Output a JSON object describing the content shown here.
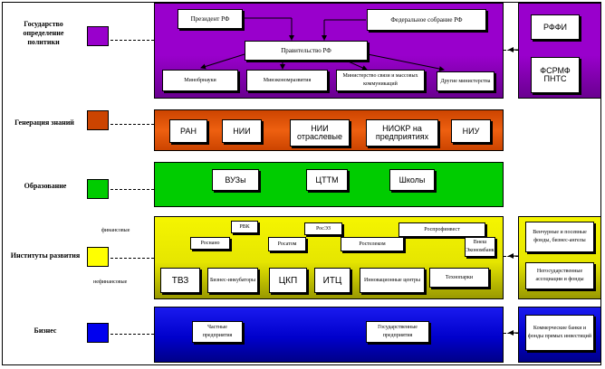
{
  "colors": {
    "purple": "#9900cc",
    "orange": "#cc4400",
    "green": "#00cc00",
    "yellow": "#e6e600",
    "blue": "#0000cc"
  },
  "categories": [
    {
      "label": "Государство определение политики"
    },
    {
      "label": "Генерация знаний"
    },
    {
      "label": "Образование"
    },
    {
      "label": "Институты развития"
    },
    {
      "label": "Бизнес"
    }
  ],
  "gov": {
    "president": "Президент РФ",
    "assembly": "Федеральное собрание РФ",
    "government": "Правительство РФ",
    "ministries": [
      "Минобрнауки",
      "Минэкономразвития",
      "Министерство связи и массовых коммуникаций",
      "Другие министерства"
    ]
  },
  "gov_side": [
    "РФФИ",
    "ФСРМФ ПНТС"
  ],
  "knowledge": [
    "РАН",
    "НИИ",
    "НИИ отраслевые",
    "НИОКР на предприятиях",
    "НИУ"
  ],
  "education": [
    "ВУЗы",
    "ЦТТМ",
    "Школы"
  ],
  "institutes": {
    "financial_label": "финансовые",
    "nonfinancial_label": "нефинансовые",
    "top": [
      "РВК",
      "РосЭЗ",
      "Роспрофинвест"
    ],
    "mid": [
      "Роснано",
      "Росатом",
      "Ростелеком",
      "Внеш Экономбанк"
    ],
    "bottom": [
      "ТВЗ",
      "Бизнес-инкубаторы",
      "ЦКП",
      "ИТЦ",
      "Инновационные центры",
      "Технопарки"
    ]
  },
  "institutes_side": [
    "Венчурные и посевные фонды, бизнес-ангелы",
    "Негосударственные ассоциации и фонды"
  ],
  "business": [
    "Частные предприятия",
    "Государственные предприятия"
  ],
  "business_side": [
    "Коммерческие банки и фонды прямых инвестиций"
  ]
}
